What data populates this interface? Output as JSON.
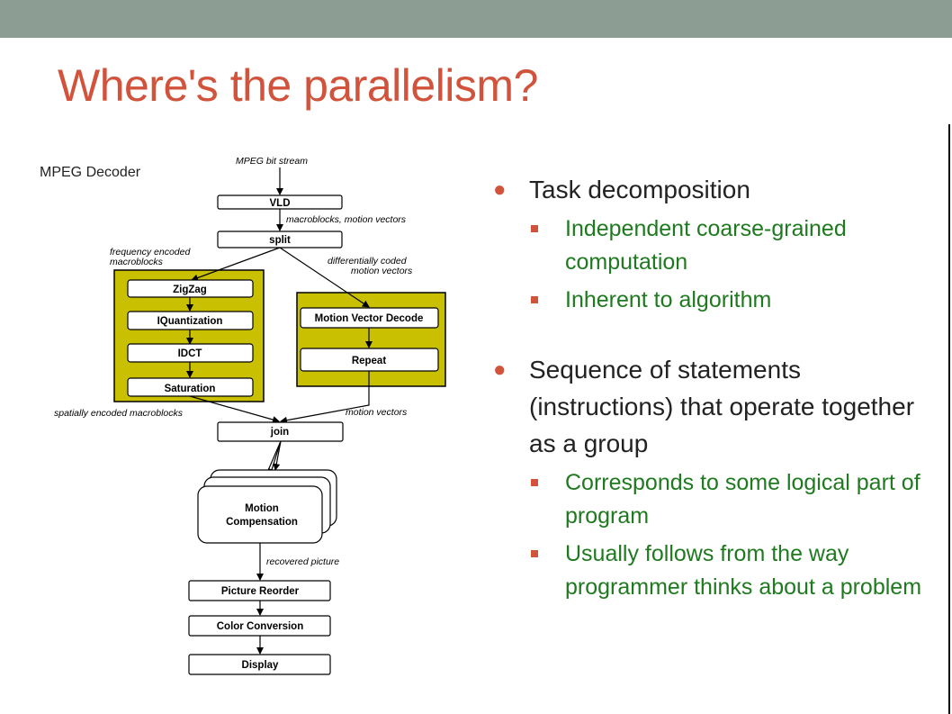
{
  "slide": {
    "title": "Where's the parallelism?"
  },
  "diagram": {
    "title": "MPEG Decoder",
    "nodes": {
      "vld": "VLD",
      "split": "split",
      "zigzag": "ZigZag",
      "iquant": "IQuantization",
      "idct": "IDCT",
      "saturation": "Saturation",
      "mvd": "Motion Vector Decode",
      "repeat": "Repeat",
      "join": "join",
      "motion_comp_1": "Motion",
      "motion_comp_2": "Compensation",
      "picture_reorder": "Picture Reorder",
      "color_conversion": "Color Conversion",
      "display": "Display"
    },
    "labels": {
      "bitstream": "MPEG bit stream",
      "macroblocks_mv": "macroblocks, motion vectors",
      "freq_encoded_1": "frequency encoded",
      "freq_encoded_2": "macroblocks",
      "diff_coded_1": "differentially coded",
      "diff_coded_2": "motion vectors",
      "spatially_encoded": "spatially encoded macroblocks",
      "motion_vectors": "motion vectors",
      "recovered_picture": "recovered picture"
    }
  },
  "bullets": [
    {
      "text": "Task decomposition",
      "sub": [
        "Independent coarse-grained computation",
        "Inherent to algorithm"
      ]
    },
    {
      "text": "Sequence of statements (instructions) that operate together as a group",
      "sub": [
        "Corresponds to some logical part of program",
        "Usually follows from the way programmer thinks about a problem"
      ]
    }
  ],
  "colors": {
    "topbar": "#8C9E94",
    "title": "#D2533C",
    "group_fill": "#C8C000",
    "sub_bullet_text": "#1F7A1F",
    "bullet_marker": "#D2533C"
  }
}
